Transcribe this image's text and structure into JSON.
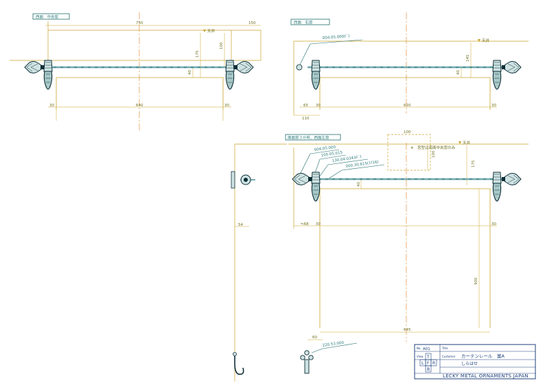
{
  "views": {
    "front_center": {
      "label": "西面　中央窓",
      "dims": {
        "overall": "750",
        "side": "150",
        "ceiling": "天井",
        "h175": "175",
        "h100": "100",
        "h40": "40",
        "left30": "30",
        "width": "640",
        "right30": "30"
      }
    },
    "front_right": {
      "label": "西面　右窓",
      "part": "004.05.000ﾎﾞｽ",
      "dims": {
        "ceiling": "天井",
        "h145": "145",
        "h40": "40",
        "d65": "65",
        "d30a": "30",
        "width": "620",
        "d30b": "30",
        "d110": "110"
      }
    },
    "side_left": {
      "label": "南面窓３か所、西面左窓",
      "parts": [
        "004.05.000",
        "105.05.015",
        "130.04.0343ﾎﾞｽ",
        "000.30.615(ｽﾘ16)"
      ],
      "note": "※　窓型は南面中央窓のみ",
      "dims": {
        "w100": "100",
        "h100": "100",
        "ceiling": "天井",
        "h175": "175",
        "h40": "40",
        "d68": "≒68",
        "d30a": "30",
        "d30b": "30",
        "h900": "900",
        "width": "645"
      }
    },
    "bracket_side": {
      "dims": {
        "d54": "54"
      }
    },
    "hook_detail": {
      "dims": {
        "d60": "60"
      },
      "part": "220.53.000"
    }
  },
  "title_block": {
    "drawing_no_label": "No.",
    "drawing_no": "A01",
    "title_label": "Title",
    "title": "カーテンレール　案A",
    "customer_label": "Customer",
    "customer": "しらはせ",
    "view_label": "View",
    "view_codes": [
      "T",
      "L",
      "F",
      "R",
      "B"
    ],
    "company": "LECKY METAL ORNAMENTS JAPAN"
  },
  "colors": {
    "dimension": "#c9a227",
    "centerline": "#e07a1a",
    "outline": "#1f6b6b",
    "rod": "#4a8f96",
    "dark": "#0b2d35"
  }
}
